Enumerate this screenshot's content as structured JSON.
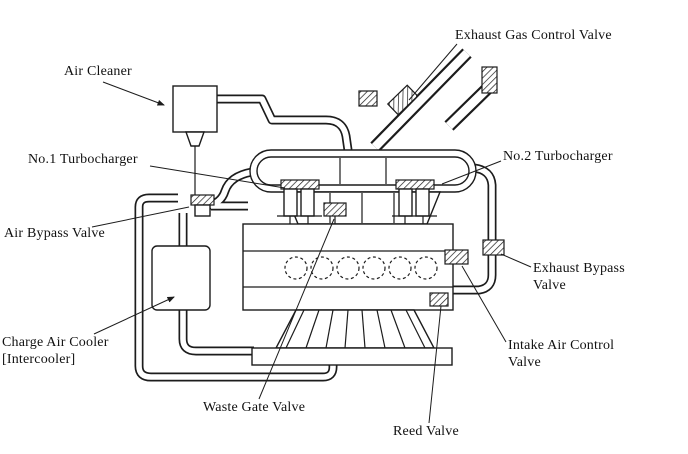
{
  "figure": {
    "colors": {
      "background": "#ffffff",
      "line": "#1c1c1c"
    },
    "labels": {
      "exhaust_gas_control_valve": {
        "line1": "Exhaust Gas Control Valve"
      },
      "air_cleaner": {
        "line1": "Air Cleaner"
      },
      "no1_turbocharger": {
        "line1": "No.1 Turbocharger"
      },
      "no2_turbocharger": {
        "line1": "No.2 Turbocharger"
      },
      "air_bypass_valve": {
        "line1": "Air Bypass Valve"
      },
      "exhaust_bypass_valve": {
        "line1": "Exhaust Bypass",
        "line2": "Valve"
      },
      "charge_air_cooler": {
        "line1": "Charge Air Cooler",
        "line2": "[Intercooler]"
      },
      "intake_air_control_valve": {
        "line1": "Intake Air Control",
        "line2": "Valve"
      },
      "waste_gate_valve": {
        "line1": "Waste Gate Valve"
      },
      "reed_valve": {
        "line1": "Reed Valve"
      }
    }
  }
}
